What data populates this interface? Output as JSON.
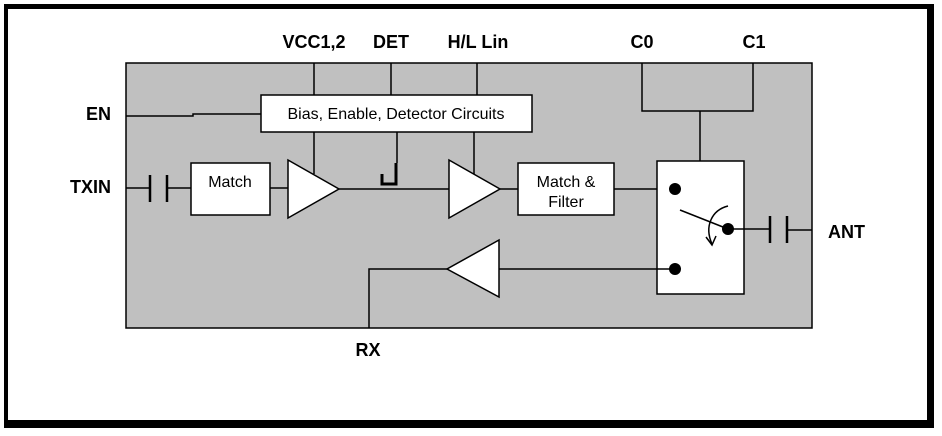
{
  "diagram": {
    "type": "block-diagram",
    "subject": "RF front-end module block diagram",
    "colors": {
      "chip_fill": "#c0c0c0",
      "block_fill": "#ffffff",
      "line": "#000000",
      "frame": "#000000"
    },
    "pins": {
      "vcc": "VCC1,2",
      "det": "DET",
      "hl_lin": "H/L Lin",
      "c0": "C0",
      "c1": "C1",
      "en": "EN",
      "txin": "TXIN",
      "ant": "ANT",
      "rx": "RX"
    },
    "blocks": {
      "bias": "Bias, Enable, Detector Circuits",
      "match": "Match",
      "match_filter_line1": "Match &",
      "match_filter_line2": "Filter"
    },
    "components": [
      "dc-block-capacitor-txin",
      "match-network",
      "driver-amplifier",
      "detector-coupler",
      "power-amplifier",
      "match-and-filter",
      "spdt-switch",
      "dc-block-capacitor-ant",
      "rx-lna"
    ]
  }
}
